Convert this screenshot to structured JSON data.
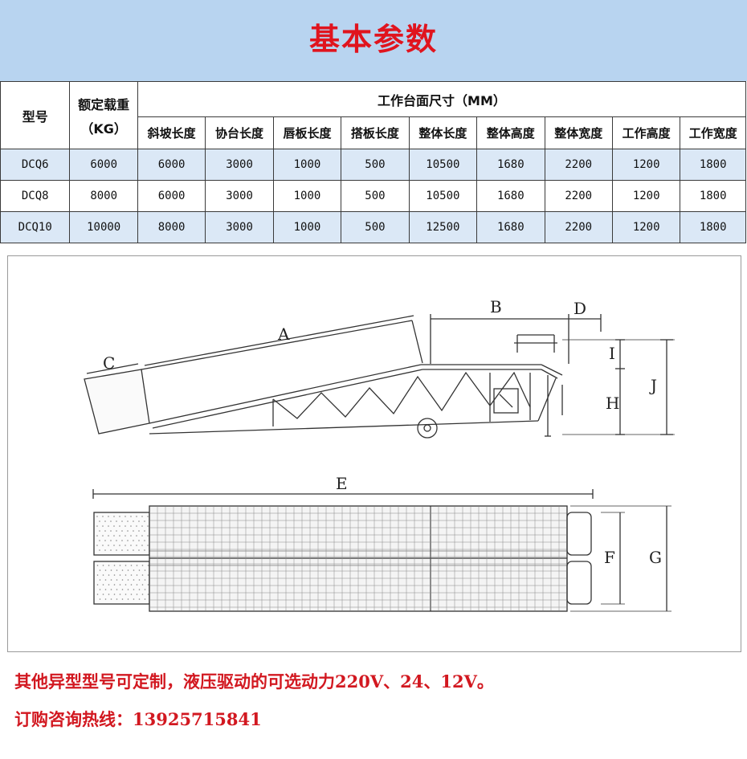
{
  "banner": {
    "title": "基本参数"
  },
  "table": {
    "model_header": "型号",
    "load_header_line1": "额定载重",
    "load_header_line2": "（KG）",
    "group_header": "工作台面尺寸（MM）",
    "sub_headers": [
      "斜坡长度",
      "协台长度",
      "唇板长度",
      "搭板长度",
      "整体长度",
      "整体高度",
      "整体宽度",
      "工作高度",
      "工作宽度"
    ],
    "rows": [
      [
        "DCQ6",
        "6000",
        "6000",
        "3000",
        "1000",
        "500",
        "10500",
        "1680",
        "2200",
        "1200",
        "1800"
      ],
      [
        "DCQ8",
        "8000",
        "6000",
        "3000",
        "1000",
        "500",
        "10500",
        "1680",
        "2200",
        "1200",
        "1800"
      ],
      [
        "DCQ10",
        "10000",
        "8000",
        "3000",
        "1000",
        "500",
        "12500",
        "1680",
        "2200",
        "1200",
        "1800"
      ]
    ]
  },
  "drawing": {
    "labels": {
      "A": "A",
      "B": "B",
      "C": "C",
      "D": "D",
      "E": "E",
      "F": "F",
      "G": "G",
      "H": "H",
      "I": "I",
      "J": "J"
    }
  },
  "notes": {
    "line1": "其他异型型号可定制，液压驱动的可选动力220V、24、12V。",
    "line2": "订购咨询热线：13925715841"
  }
}
